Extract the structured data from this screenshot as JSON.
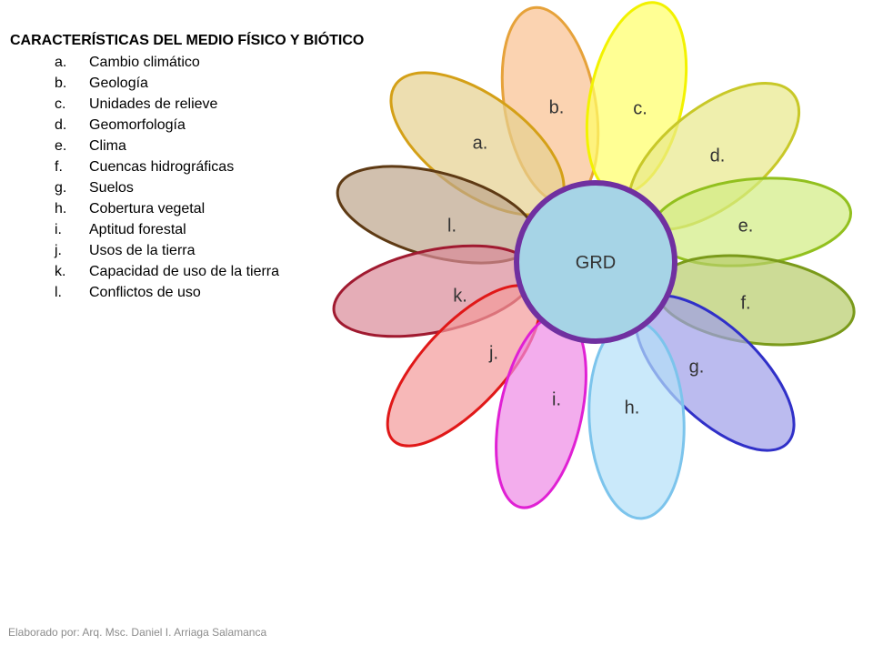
{
  "title": "CARACTERÍSTICAS DEL MEDIO FÍSICO Y BIÓTICO",
  "legend": [
    {
      "key": "a.",
      "label": "Cambio climático"
    },
    {
      "key": "b.",
      "label": "Geología"
    },
    {
      "key": "c.",
      "label": "Unidades de relieve"
    },
    {
      "key": "d.",
      "label": "Geomorfología"
    },
    {
      "key": "e.",
      "label": "Clima"
    },
    {
      "key": "f.",
      "label": "Cuencas hidrográficas"
    },
    {
      "key": "g.",
      "label": "Suelos"
    },
    {
      "key": "h.",
      "label": "Cobertura vegetal"
    },
    {
      "key": "i.",
      "label": "Aptitud  forestal"
    },
    {
      "key": "j.",
      "label": "Usos de la tierra"
    },
    {
      "key": "k.",
      "label": "Capacidad de uso de la tierra"
    },
    {
      "key": "l.",
      "label": "Conflictos de uso"
    }
  ],
  "center": {
    "label": "GRD",
    "fill": "#a6d4e6",
    "stroke": "#7030a0"
  },
  "petals": [
    {
      "label": "b.",
      "fill": "#fac090",
      "stroke": "#e6a23a"
    },
    {
      "label": "c.",
      "fill": "#ffff66",
      "stroke": "#f2f200"
    },
    {
      "label": "a.",
      "fill": "#e6d08e",
      "stroke": "#d4a017"
    },
    {
      "label": "d.",
      "fill": "#e8e88a",
      "stroke": "#c8c828"
    },
    {
      "label": "l.",
      "fill": "#bda58c",
      "stroke": "#5e3a14"
    },
    {
      "label": "e.",
      "fill": "#d2ec82",
      "stroke": "#92c01e"
    },
    {
      "label": "f.",
      "fill": "#b6cc6a",
      "stroke": "#7a9a1a"
    },
    {
      "label": "k.",
      "fill": "#da8a98",
      "stroke": "#a01a30"
    },
    {
      "label": "j.",
      "fill": "#f49a9a",
      "stroke": "#e01818"
    },
    {
      "label": "g.",
      "fill": "#9e9ee8",
      "stroke": "#3030c8"
    },
    {
      "label": "i.",
      "fill": "#ee8ae6",
      "stroke": "#e020d4"
    },
    {
      "label": "h.",
      "fill": "#b4e0f8",
      "stroke": "#7cc4ec"
    }
  ],
  "footer": "Elaborado por: Arq. Msc. Daniel I. Arriaga Salamanca"
}
